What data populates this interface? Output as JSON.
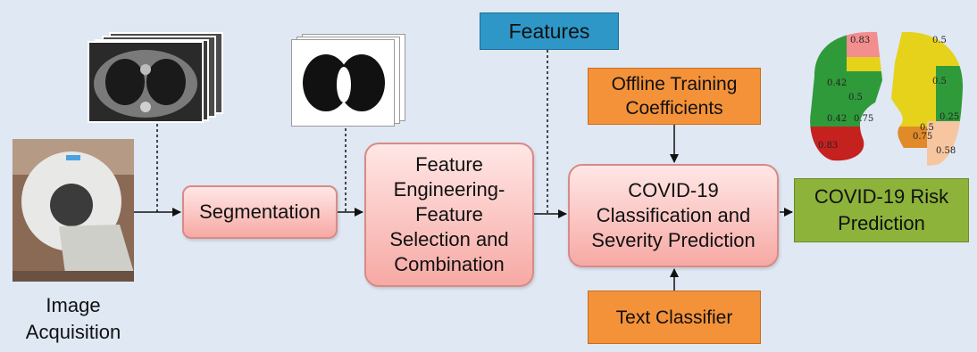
{
  "nodes": {
    "image_acquisition": {
      "label_line1": "Image",
      "label_line2": "Acquisition"
    },
    "segmentation": {
      "label": "Segmentation"
    },
    "feature_engineering": {
      "line1": "Feature",
      "line2": "Engineering-",
      "line3": "Feature",
      "line4": "Selection and",
      "line5": "Combination"
    },
    "features": {
      "label": "Features"
    },
    "offline_training": {
      "line1": "Offline Training",
      "line2": "Coefficients"
    },
    "covid_classification": {
      "line1": "COVID-19",
      "line2": "Classification and",
      "line3": "Severity Prediction"
    },
    "text_classifier": {
      "label": "Text Classifier"
    },
    "risk_prediction": {
      "line1": "COVID-19 Risk",
      "line2": "Prediction"
    }
  },
  "severity_map": {
    "values": [
      "0.83",
      "0.5",
      "0.42",
      "0.5",
      "0.5",
      "0.42",
      "0.25",
      "0.75",
      "0.75",
      "0.5",
      "0.58",
      "0.83"
    ]
  },
  "colors": {
    "background": "#dfe8f3",
    "process_box": "#f7a9a4",
    "input_box": "#f4923a",
    "features_box": "#2e97c8",
    "output_box": "#8db33b"
  }
}
